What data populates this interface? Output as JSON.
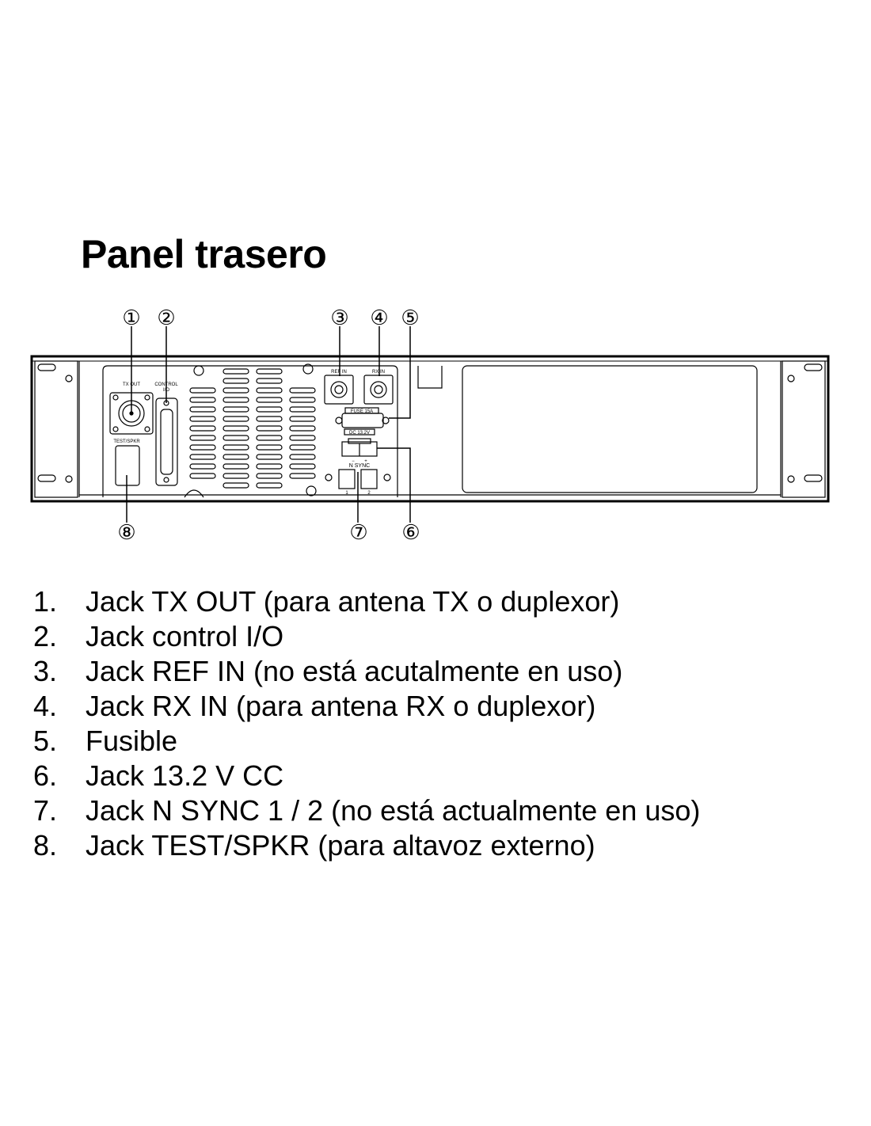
{
  "title": "Panel trasero",
  "panel_labels": {
    "tx_out": "TX OUT",
    "control": "CONTROL",
    "control_io": "I/O",
    "test_spkr": "TEST/SPKR",
    "ref_in": "REF IN",
    "rx_in": "RX IN",
    "fuse": "FUSE 15A",
    "dc": "DC 13.2V",
    "n_sync": "N SYNC",
    "sync1": "1",
    "sync2": "2",
    "minus": "−",
    "plus": "+"
  },
  "callouts": [
    "①",
    "②",
    "③",
    "④",
    "⑤",
    "⑥",
    "⑦",
    "⑧"
  ],
  "legend": [
    {
      "num": "1.",
      "text": "Jack TX OUT (para antena TX o duplexor)"
    },
    {
      "num": "2.",
      "text": "Jack control I/O"
    },
    {
      "num": "3.",
      "text": "Jack REF IN (no está acutalmente en uso)"
    },
    {
      "num": "4.",
      "text": "Jack RX IN (para antena RX o duplexor)"
    },
    {
      "num": "5.",
      "text": "Fusible"
    },
    {
      "num": "6.",
      "text": "Jack 13.2 V CC"
    },
    {
      "num": "7.",
      "text": "Jack N SYNC 1 / 2 (no está actualmente en uso)"
    },
    {
      "num": "8.",
      "text": "Jack TEST/SPKR (para altavoz externo)"
    }
  ]
}
